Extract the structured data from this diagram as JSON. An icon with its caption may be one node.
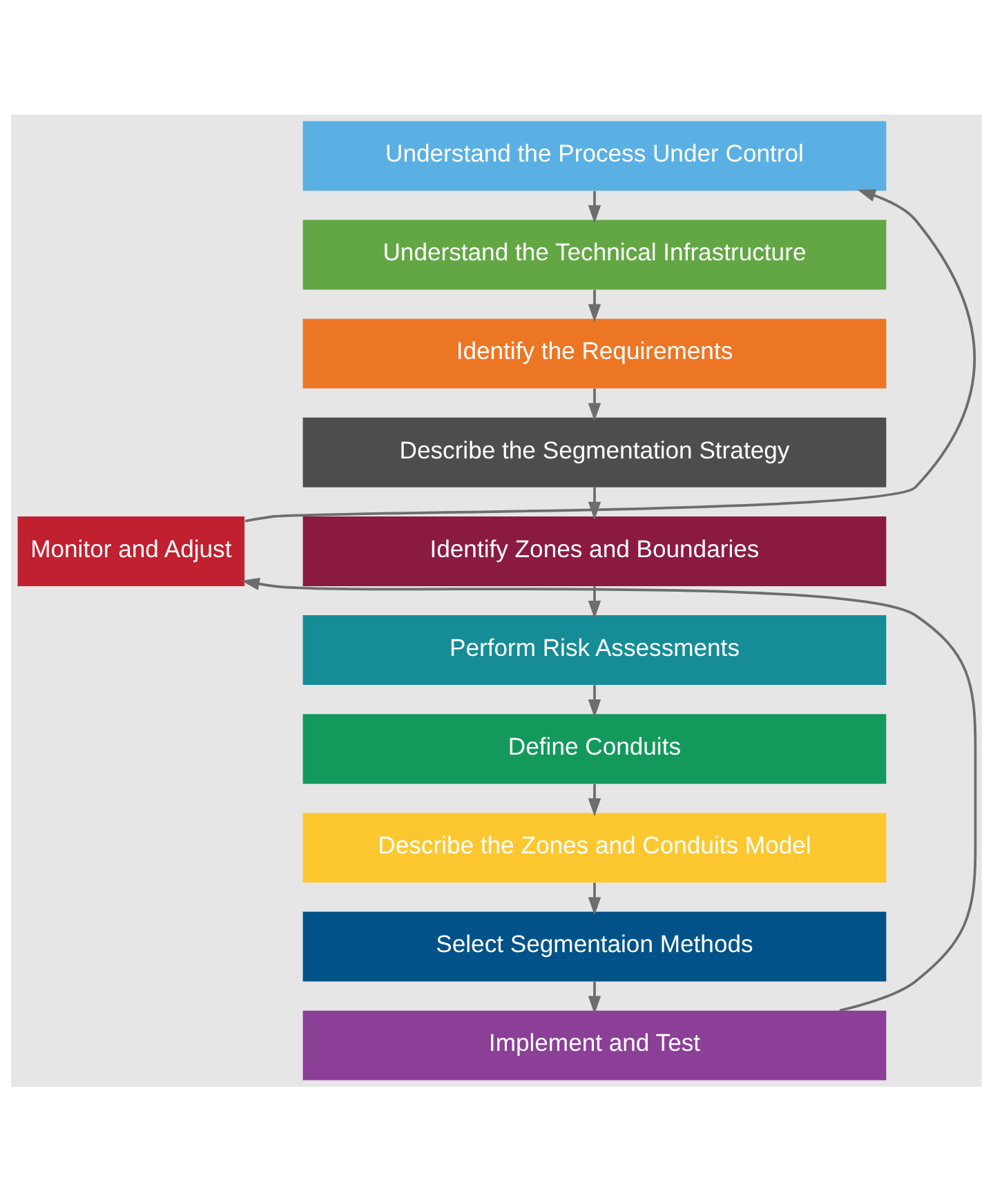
{
  "diagram": {
    "nodes": [
      {
        "text": [
          "Understand the Process Under Control"
        ]
      },
      {
        "text": [
          "Understand the Technical Infrastructure"
        ]
      },
      {
        "text": [
          "Identify the Requirements"
        ]
      },
      {
        "text": [
          "Describe the Segmentation Strategy"
        ]
      },
      {
        "text": [
          "Identify Zones and Boundaries"
        ]
      },
      {
        "text": [
          "Perform Risk Assessments"
        ]
      },
      {
        "text": [
          "Define Conduits"
        ]
      },
      {
        "text": [
          "Describe the Zones and Conduits Model"
        ]
      },
      {
        "text": [
          "Select Segmentaion Methods"
        ]
      },
      {
        "text": [
          "Implement and Test"
        ]
      },
      {
        "text": [
          "Monitor and Adjust"
        ]
      }
    ],
    "edges": [
      {
        "from": 0,
        "to": 1,
        "arrow": "to"
      },
      {
        "from": 1,
        "to": 2,
        "arrow": "to"
      },
      {
        "from": 2,
        "to": 3,
        "arrow": "to"
      },
      {
        "from": 3,
        "to": 4,
        "arrow": "to"
      },
      {
        "from": 4,
        "to": 5,
        "arrow": "to"
      },
      {
        "from": 5,
        "to": 6,
        "arrow": "to"
      },
      {
        "from": 6,
        "to": 7,
        "arrow": "to"
      },
      {
        "from": 7,
        "to": 8,
        "arrow": "to"
      },
      {
        "from": 8,
        "to": 9,
        "arrow": "to"
      },
      {
        "from": 9,
        "to": 10,
        "arrow": "to"
      },
      {
        "from": 10,
        "to": 0,
        "arrow": "to"
      }
    ]
  }
}
